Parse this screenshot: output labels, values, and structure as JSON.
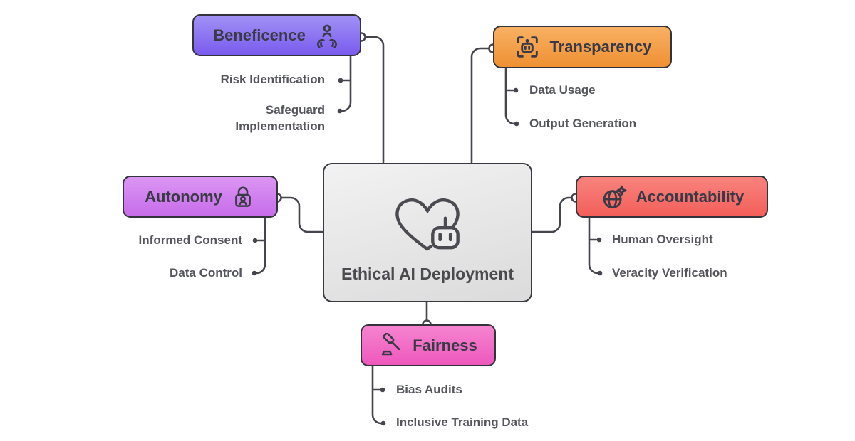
{
  "center": {
    "label": "Ethical AI Deployment",
    "icon": "heart-robot-icon"
  },
  "branches": [
    {
      "id": "beneficence",
      "label": "Beneficence",
      "icon": "care-hands-icon",
      "gradient": [
        "#a192f5",
        "#7a5bee"
      ],
      "children": [
        "Risk Identification",
        "Safeguard Implementation"
      ]
    },
    {
      "id": "transparency",
      "label": "Transparency",
      "icon": "scan-robot-icon",
      "gradient": [
        "#f8b163",
        "#ef9033"
      ],
      "children": [
        "Data Usage",
        "Output Generation"
      ]
    },
    {
      "id": "autonomy",
      "label": "Autonomy",
      "icon": "lock-user-icon",
      "gradient": [
        "#db96f3",
        "#c76cea"
      ],
      "children": [
        "Informed Consent",
        "Data Control"
      ]
    },
    {
      "id": "accountability",
      "label": "Accountability",
      "icon": "globe-sparkle-icon",
      "gradient": [
        "#f8837d",
        "#f35f5a"
      ],
      "children": [
        "Human Oversight",
        "Veracity Verification"
      ]
    },
    {
      "id": "fairness",
      "label": "Fairness",
      "icon": "gavel-icon",
      "gradient": [
        "#f584d0",
        "#ee58bc"
      ],
      "children": [
        "Bias Audits",
        "Inclusive Training Data"
      ]
    }
  ],
  "style": {
    "background": "#ffffff",
    "line_color": "#45454d",
    "node_border_color": "#33333b",
    "title_text_color": "#3a3a46",
    "subtopic_text_color": "#55565c",
    "center_gradient": [
      "#f2f2f2",
      "#dbdbdb"
    ]
  }
}
